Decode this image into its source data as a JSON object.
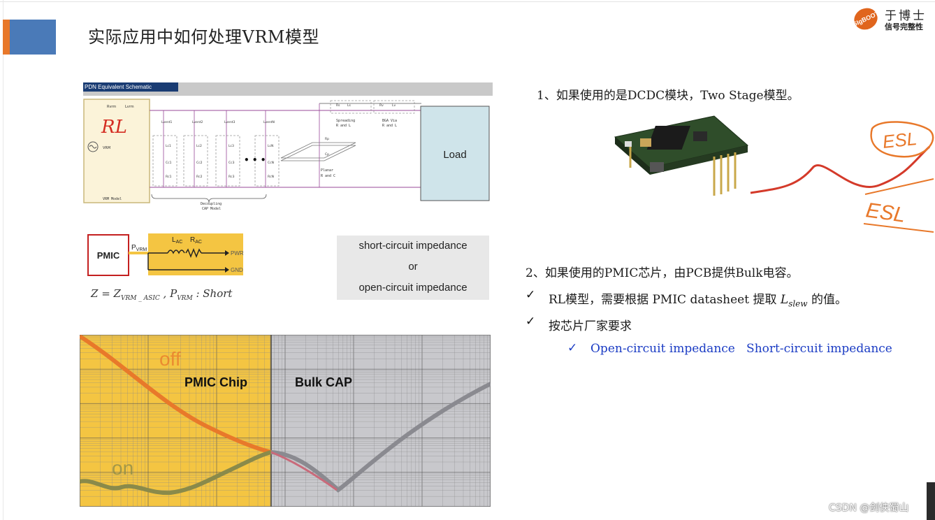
{
  "slide": {
    "title": "实际应用中如何处理VRM模型",
    "logo": {
      "badge": "SIgBOOT",
      "top": "于博士",
      "bottom": "信号完整性"
    }
  },
  "schematic": {
    "header": "PDN Equivalent Schematic",
    "rl_handwritten": "RL",
    "vrm_model": "VRM Model",
    "decoupling": "Decoupling\nCAP Model",
    "spreading": "Spreading\nR and L",
    "bga": "BGA Via\nR and L",
    "planar": "Planar\nR and C",
    "load": "Load",
    "labels": {
      "rvrm": "Rvrm",
      "lvrm": "Lvrm",
      "vrm": "VRM",
      "rs": "Rs",
      "ls": "Ls",
      "rv": "Rv",
      "lv": "Lv",
      "rp": "Rp",
      "cp": "Cp",
      "lvent": [
        "Lvent1",
        "Lvent2",
        "Lvent3",
        "LventN"
      ],
      "lc": [
        "Lc1",
        "Lc2",
        "Lc3",
        "LcN"
      ],
      "cc": [
        "Cc1",
        "Cc2",
        "Cc3",
        "CcN"
      ],
      "rc": [
        "Rc1",
        "Rc2",
        "Rc3",
        "RcN"
      ]
    }
  },
  "pmic_circuit": {
    "pmic": "PMIC",
    "pvrm_main": "P",
    "pvrm_sub": "VRM",
    "lac_main": "L",
    "lac_sub": "AC",
    "rac_main": "R",
    "rac_sub": "AC",
    "pwr": "PWR",
    "gnd": "GND",
    "formula": "Z = Z",
    "formula_sub": "VRM _ ASIC",
    "formula_mid": " , P",
    "formula_sub2": "VRM",
    "formula_end": " : Short"
  },
  "impedance_box": {
    "line1": "short-circuit impedance",
    "line2": "or",
    "line3": "open-circuit impedance"
  },
  "graph": {
    "region_left": "PMIC Chip",
    "region_right": "Bulk CAP",
    "off": "off",
    "on": "on",
    "colors": {
      "pmic_region": "#f4c542",
      "bulk_region": "#c8c8cc",
      "off_curve": "#e8792a",
      "on_curve": "#8a8a4a",
      "bulk_curve": "#8a8a90",
      "bulk_curve_low": "#c96a7a"
    }
  },
  "right": {
    "item1": "1、如果使用的是DCDC模块，Two Stage模型。",
    "item2": "2、如果使用的PMIC芯片，由PCB提供Bulk电容。",
    "check_mark": "✓",
    "item3_pre": "RL模型，需要根据 PMIC datasheet 提取 ",
    "item3_l": "L",
    "item3_sub": "slew",
    "item3_post": " 的值。",
    "item4": "按芯片厂家要求",
    "item5": "Open-circuit impedance   Short-circuit impedance"
  },
  "scribble": {
    "esl1": "ESL",
    "esl2": "ESL"
  },
  "watermark": "CSDN @剑侠蜀山"
}
